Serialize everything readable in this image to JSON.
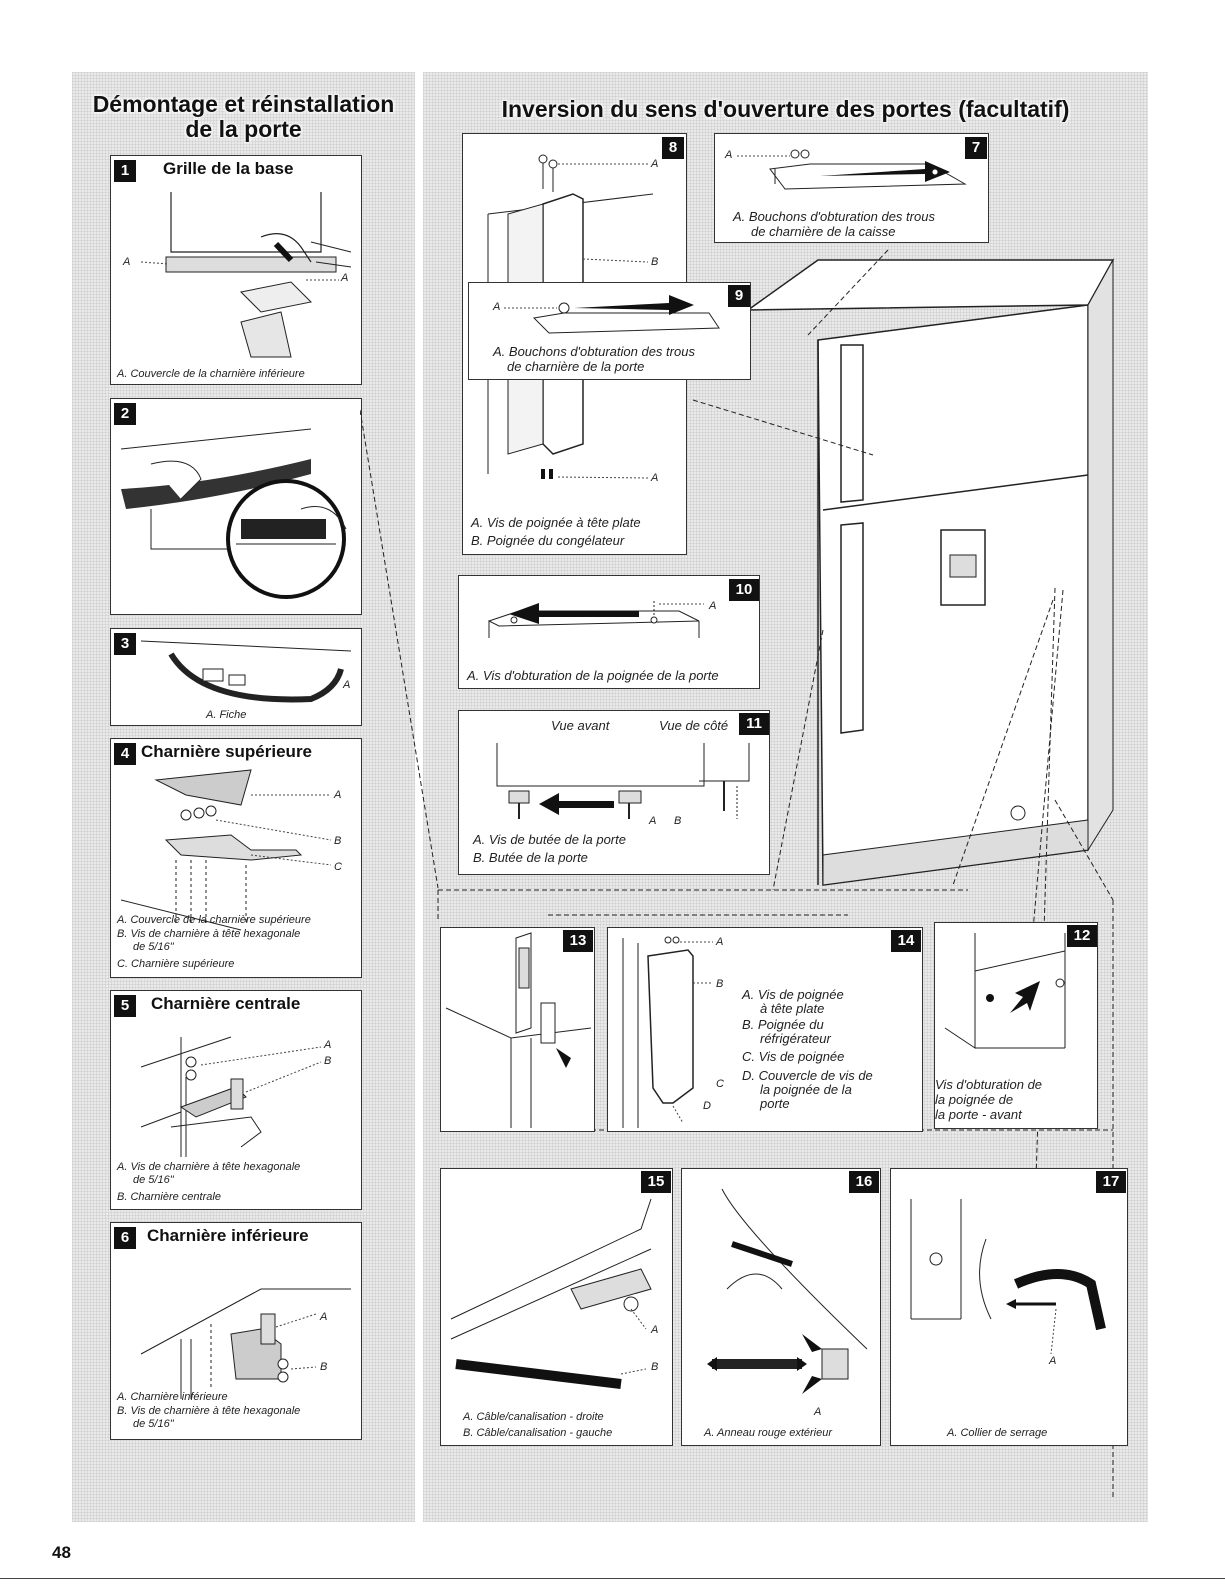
{
  "left_section": {
    "title_line1": "Démontage et réinstallation",
    "title_line2": "de la porte",
    "steps": [
      {
        "num": "1",
        "title": "Grille de la base",
        "label_a": "A",
        "captions": [
          "A. Couvercle de la charnière inférieure"
        ]
      },
      {
        "num": "2"
      },
      {
        "num": "3",
        "label_a": "A",
        "captions": [
          "A. Fiche"
        ]
      },
      {
        "num": "4",
        "title": "Charnière supérieure",
        "label_a": "A",
        "label_b": "B",
        "label_c": "C",
        "captions": [
          "A. Couvercle de la charnière supérieure",
          "B. Vis de charnière à tête hexagonale",
          "de 5/16\"",
          "C. Charnière supérieure"
        ]
      },
      {
        "num": "5",
        "title": "Charnière centrale",
        "label_a": "A",
        "label_b": "B",
        "captions": [
          "A. Vis de charnière à tête hexagonale",
          "de 5/16\"",
          "B. Charnière centrale"
        ]
      },
      {
        "num": "6",
        "title": "Charnière inférieure",
        "label_a": "A",
        "label_b": "B",
        "captions": [
          "A. Charnière inférieure",
          "B. Vis de charnière à tête hexagonale",
          "de 5/16\""
        ]
      }
    ]
  },
  "right_section": {
    "title": "Inversion du sens d'ouverture des portes (facultatif)",
    "steps": {
      "s7": {
        "num": "7",
        "label_a": "A",
        "captions": [
          "A. Bouchons d'obturation des trous",
          "de charnière de la caisse"
        ]
      },
      "s8": {
        "num": "8",
        "label_a": "A",
        "label_b": "B",
        "label_a2": "A",
        "captions": [
          "A. Vis de poignée à tête plate",
          "B. Poignée du congélateur"
        ]
      },
      "s9": {
        "num": "9",
        "label_a": "A",
        "captions": [
          "A. Bouchons d'obturation des trous",
          "de charnière de la porte"
        ]
      },
      "s10": {
        "num": "10",
        "label_a": "A",
        "captions": [
          "A. Vis d'obturation de la poignée de la porte"
        ]
      },
      "s11": {
        "num": "11",
        "front": "Vue avant",
        "side": "Vue de côté",
        "label_a": "A",
        "label_b": "B",
        "captions": [
          "A. Vis de butée de la porte",
          "B. Butée de la porte"
        ]
      },
      "s12": {
        "num": "12",
        "captions": [
          "Vis d'obturation de",
          "la poignée de",
          "la porte - avant"
        ]
      },
      "s13": {
        "num": "13"
      },
      "s14": {
        "num": "14",
        "label_a": "A",
        "label_b": "B",
        "label_c": "C",
        "label_d": "D",
        "captions": [
          "A. Vis de poignée",
          "à tête plate",
          "B. Poignée du",
          "réfrigérateur",
          "C. Vis de poignée",
          "D. Couvercle de vis de",
          "la poignée de la",
          "porte"
        ]
      },
      "s15": {
        "num": "15",
        "label_a": "A",
        "label_b": "B",
        "captions": [
          "A. Câble/canalisation - droite",
          "B. Câble/canalisation - gauche"
        ]
      },
      "s16": {
        "num": "16",
        "label_a": "A",
        "captions": [
          "A. Anneau rouge extérieur"
        ]
      },
      "s17": {
        "num": "17",
        "label_a": "A",
        "captions": [
          "A. Collier de serrage"
        ]
      }
    }
  },
  "page_number": "48"
}
